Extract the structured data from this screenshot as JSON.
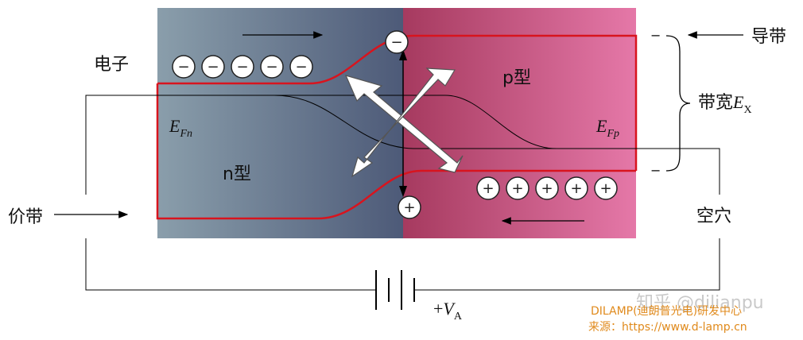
{
  "labels": {
    "electron": "电子",
    "conduction_band": "导带",
    "band_gap_prefix": "带宽",
    "band_gap_symbol": "E",
    "band_gap_sub": "X",
    "valence_band": "价带",
    "hole": "空穴",
    "n_type": "n型",
    "p_type": "p型",
    "efn_symbol": "E",
    "efn_sub": "Fn",
    "efp_symbol": "E",
    "efp_sub": "Fp",
    "voltage_prefix": "+",
    "voltage_symbol": "V",
    "voltage_sub": "A",
    "minus": "−",
    "plus": "+"
  },
  "watermarks": {
    "zhihu": "知乎 @dilianpu",
    "line1": "DILAMP(迪朗普光电)研发中心",
    "line2": "来源：https://www.d-lamp.cn"
  },
  "colors": {
    "n_region": "#6e8194",
    "p_region": "#c7477b",
    "band_line": "#d8141e",
    "watermark": "#e08a1c"
  }
}
